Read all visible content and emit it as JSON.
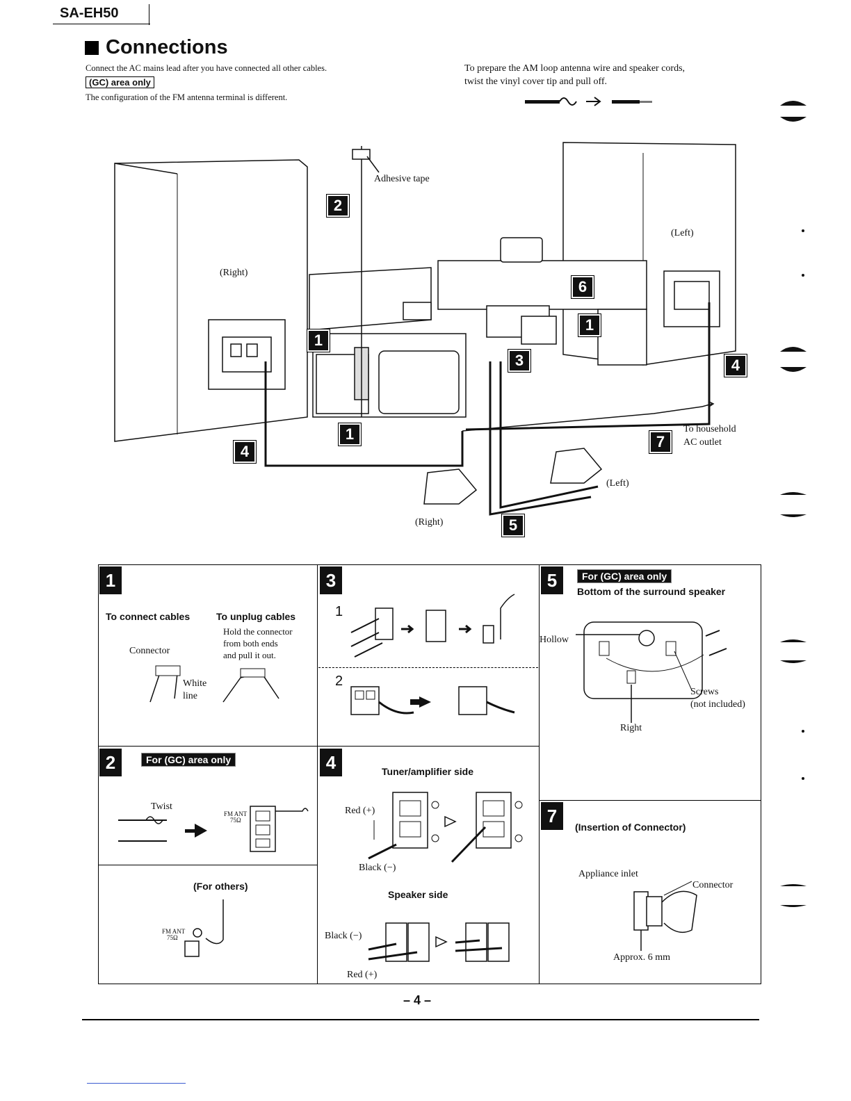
{
  "header": {
    "model": "SA-EH50",
    "title": "Connections"
  },
  "notes": {
    "left_line1": "Connect the AC mains lead after you have connected all other cables.",
    "gc_tag": "(GC) area only",
    "left_line2": "The configuration of the FM antenna terminal is different.",
    "right_line1": "To prepare the AM loop antenna wire and speaker cords,",
    "right_line2": "twist the vinyl cover tip and pull off."
  },
  "diagram": {
    "adhesive_tape": "Adhesive tape",
    "right_speaker": "(Right)",
    "left_speaker": "(Left)",
    "household_1": "To household",
    "household_2": "AC outlet",
    "surround_left": "(Left)",
    "surround_right": "(Right)",
    "callouts": [
      "1",
      "2",
      "3",
      "4",
      "5",
      "6",
      "7"
    ]
  },
  "steps": {
    "s1": {
      "num": "1",
      "connect_title": "To connect cables",
      "connector": "Connector",
      "white_line": "White line",
      "unplug_title": "To unplug cables",
      "unplug_1": "Hold the connector",
      "unplug_2": "from both ends",
      "unplug_3": "and pull it out."
    },
    "s2": {
      "num": "2",
      "gc_only": "For (GC) area only",
      "twist": "Twist",
      "fm_ant": "FM ANT",
      "ohm": "75Ω",
      "others": "(For others)"
    },
    "s3": {
      "num": "3",
      "sub1": "1",
      "sub2": "2"
    },
    "s4": {
      "num": "4",
      "tuner_side": "Tuner/amplifier side",
      "red_plus": "Red (+)",
      "black_minus": "Black (−)",
      "speaker_side": "Speaker side",
      "black_minus2": "Black (−)",
      "red_plus2": "Red (+)"
    },
    "s5": {
      "num": "5",
      "gc_only": "For (GC) area only",
      "bottom": "Bottom of the surround speaker",
      "hollow": "Hollow",
      "screws": "Screws",
      "not_included": "(not included)",
      "right": "Right"
    },
    "s7": {
      "num": "7",
      "insertion": "(Insertion of Connector)",
      "appliance_inlet": "Appliance inlet",
      "connector": "Connector",
      "approx": "Approx. 6 mm"
    }
  },
  "footer": {
    "page": "– 4 –"
  }
}
